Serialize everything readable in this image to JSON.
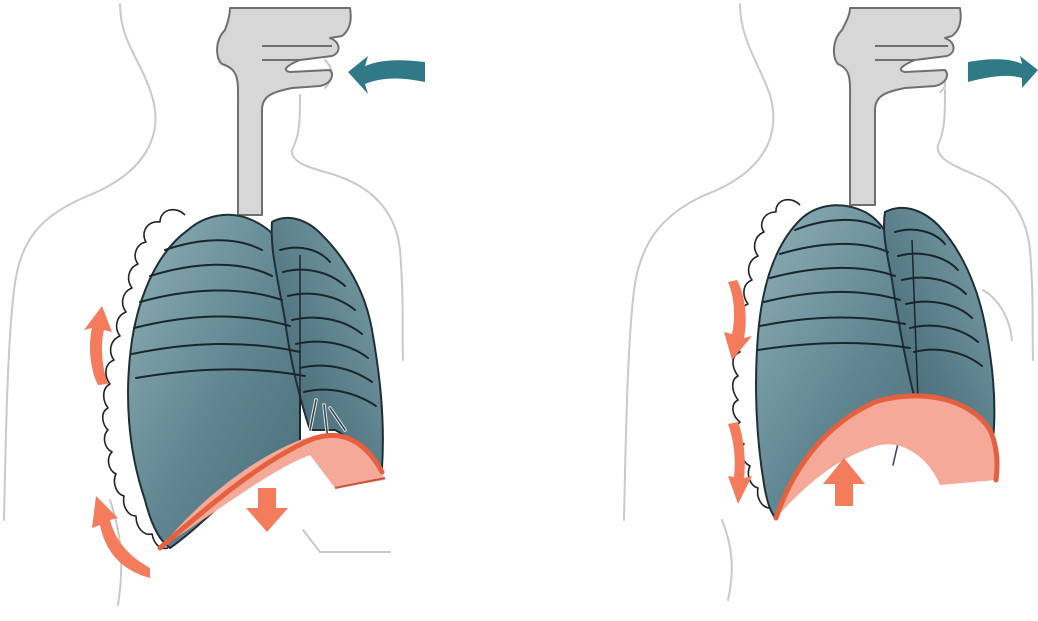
{
  "figure": {
    "panels": [
      {
        "phase": "inhalation",
        "air_flow": "into-nose",
        "diaphragm": "contracted-moves-down",
        "ribcage": "moves-up-and-out"
      },
      {
        "phase": "exhalation",
        "air_flow": "out-of-nose",
        "diaphragm": "relaxed-moves-up",
        "ribcage": "moves-down-and-in"
      }
    ],
    "colors": {
      "lung": "#5f8590",
      "lung_light": "#8fb0b8",
      "airway": "#d7d7d7",
      "diaphragm": "#f4a999",
      "diaphragm_edge": "#e5603f",
      "motion_arrow": "#f47b5c",
      "air_arrow": "#2f7a86",
      "body_outline": "#c9c9c9"
    },
    "icons": [
      "air-in-arrow-icon",
      "air-out-arrow-icon",
      "rib-up-arrow-icon",
      "rib-down-arrow-icon",
      "diaphragm-down-arrow-icon",
      "diaphragm-up-arrow-icon"
    ]
  }
}
